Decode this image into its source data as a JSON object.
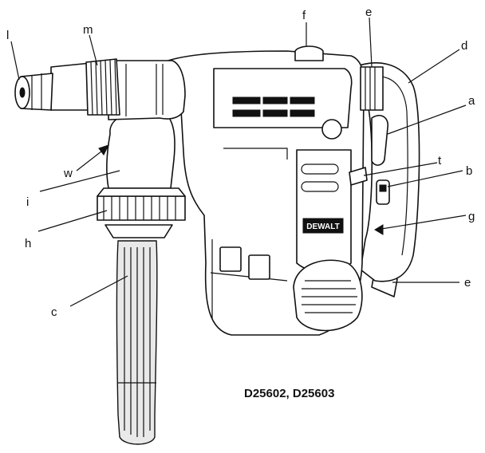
{
  "callouts": {
    "l": "l",
    "m": "m",
    "f": "f",
    "e_top": "e",
    "d": "d",
    "a": "a",
    "t": "t",
    "b": "b",
    "g": "g",
    "e_bottom": "e",
    "w": "w",
    "i": "i",
    "h": "h",
    "c": "c"
  },
  "brand_logo": "DEWALT",
  "model_text": "D25602, D25603",
  "colors": {
    "ink": "#111111",
    "paper": "#ffffff"
  }
}
